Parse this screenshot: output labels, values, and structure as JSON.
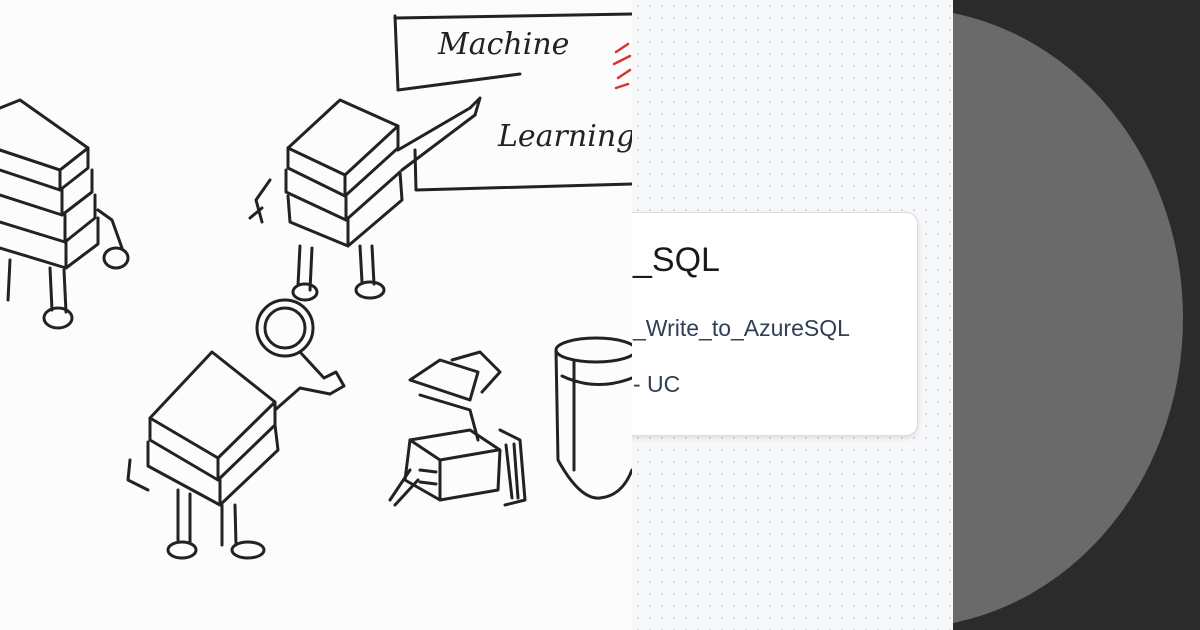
{
  "sketch": {
    "board_line1": "Machine",
    "board_line2": "Learning"
  },
  "node": {
    "title": "_SQL",
    "line1": "_Write_to_AzureSQL",
    "line2": "- UC"
  },
  "colors": {
    "dark_bg": "#2b2b2b",
    "circle": "#6a6a6a",
    "card_text": "#2f3f55",
    "accent_red": "#d8352a"
  }
}
